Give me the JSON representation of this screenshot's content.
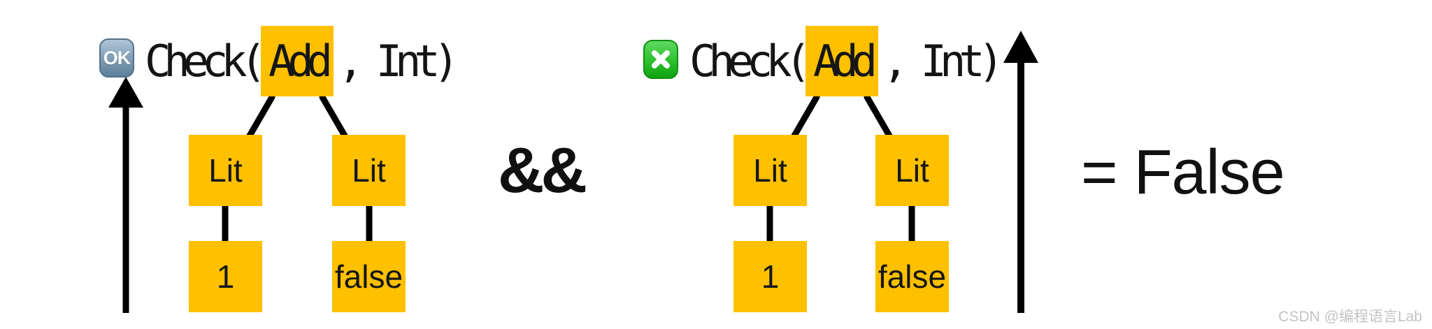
{
  "colors": {
    "node_fill": "#FFC000",
    "connector": "#000000",
    "ok_badge_top": "#AFC6D8",
    "ok_badge_bottom": "#5E8099",
    "fail_badge_top": "#5FD95F",
    "fail_badge_bottom": "#0FA211",
    "watermark": "#C3C3C3"
  },
  "left_check": {
    "status_badge": "OK",
    "status_icon": "ok-button",
    "call_prefix": "Check(",
    "call_suffix": ", Int)",
    "tree": {
      "root": "Add",
      "children": [
        "Lit",
        "Lit"
      ],
      "leaves": [
        "1",
        "false"
      ]
    }
  },
  "operator": "&&",
  "right_check": {
    "status_icon": "cross-mark-button",
    "call_prefix": "Check(",
    "call_suffix": ", Int)",
    "tree": {
      "root": "Add",
      "children": [
        "Lit",
        "Lit"
      ],
      "leaves": [
        "1",
        "false"
      ]
    }
  },
  "result": "= False",
  "watermark": "CSDN @编程语言Lab"
}
